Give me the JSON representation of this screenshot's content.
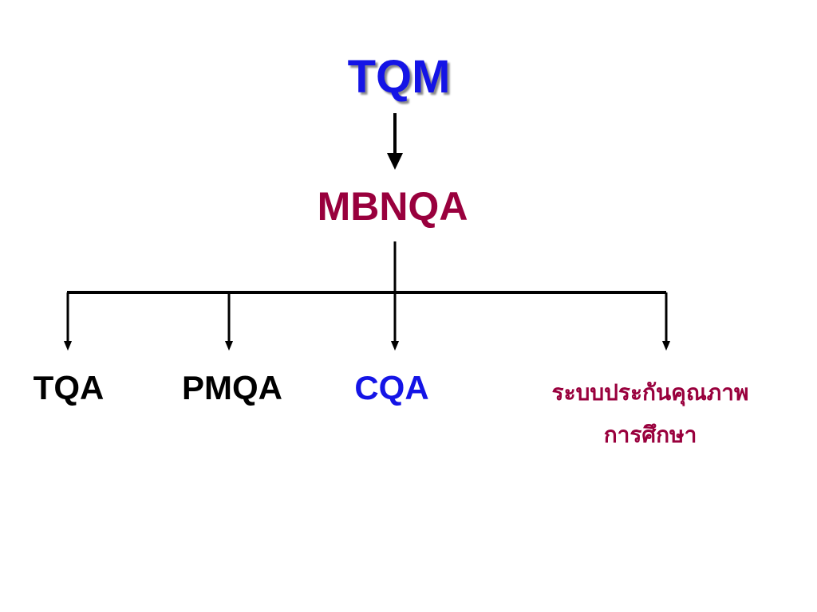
{
  "diagram": {
    "root": {
      "label": "TQM",
      "color": "#1414e6"
    },
    "middle": {
      "label": "MBNQA",
      "color": "#99003d"
    },
    "children": [
      {
        "label": "TQA",
        "color": "#000000"
      },
      {
        "label": "PMQA",
        "color": "#000000"
      },
      {
        "label": "CQA",
        "color": "#1414e6"
      },
      {
        "label_line1": "ระบบประกันคุณภาพ",
        "label_line2": "การศึกษา",
        "color": "#99003d"
      }
    ]
  }
}
